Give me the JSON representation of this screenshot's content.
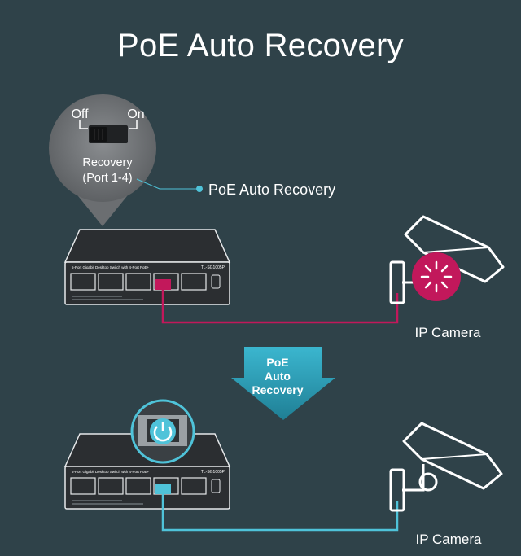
{
  "title": "PoE Auto Recovery",
  "switch_panel": {
    "off_label": "Off",
    "on_label": "On",
    "recovery_label": "Recovery",
    "ports_label": "(Port 1-4)",
    "callout_label": "PoE Auto Recovery"
  },
  "device": {
    "model": "TL-SG1005P",
    "description": "5-Port Gigabit Desktop Switch with 4-Port PoE+"
  },
  "arrow_label_lines": [
    "PoE",
    "Auto",
    "Recovery"
  ],
  "camera_top_label": "IP Camera",
  "camera_bottom_label": "IP Camera",
  "colors": {
    "background": "#2f4249",
    "fault": "#c2185b",
    "ok": "#4fc3d9",
    "arrow": "#2aa3bd"
  }
}
